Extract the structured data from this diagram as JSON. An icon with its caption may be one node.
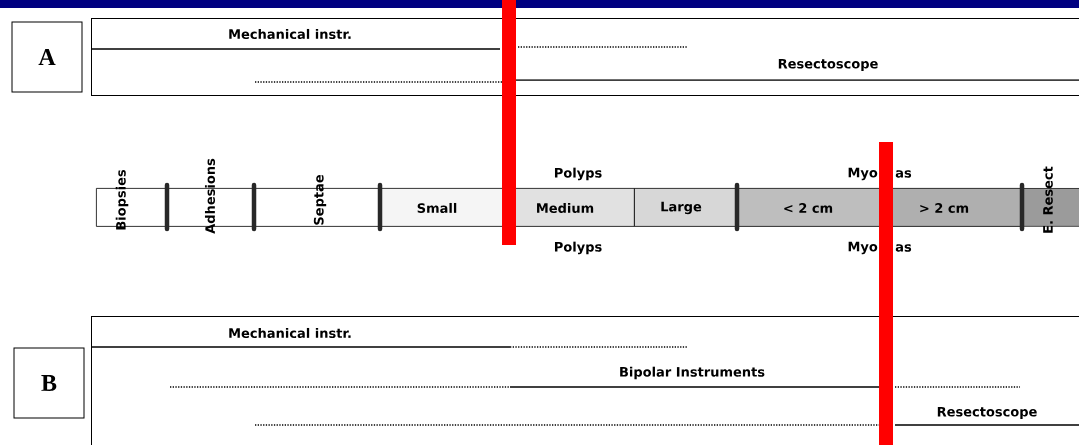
{
  "diagram": {
    "nodes": [
      {
        "text": [
          "A"
        ]
      },
      {
        "text": [
          "Mechanical instr.",
          "Resectoscope"
        ]
      },
      {
        "text": [
          "Biopsies"
        ]
      },
      {
        "text": [
          "Adhesions"
        ]
      },
      {
        "text": [
          "Septae"
        ]
      },
      {
        "text": [
          "Small"
        ]
      },
      {
        "text": [
          "Medium"
        ]
      },
      {
        "text": [
          "Large"
        ]
      },
      {
        "text": [
          "< 2 cm"
        ]
      },
      {
        "text": [
          "> 2 cm"
        ]
      },
      {
        "text": [
          "E. Resect"
        ]
      },
      {
        "text": [
          "B"
        ]
      },
      {
        "text": [
          "Mechanical instr.",
          "Bipolar Instruments",
          "Resectoscope"
        ]
      },
      {
        "text": [],
        "shape": "bar"
      },
      {
        "text": [],
        "shape": "bar"
      }
    ],
    "labels": [
      "Polyps",
      "Myo",
      "as",
      "Polyps",
      "Myo",
      "as"
    ]
  }
}
